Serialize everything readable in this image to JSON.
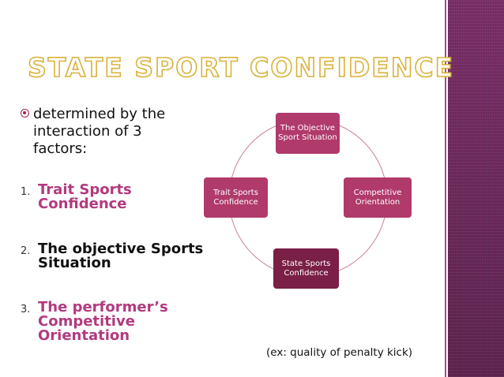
{
  "slide": {
    "title": "STATE SPORT CONFIDENCE",
    "bullet": "determined by the interaction of 3 factors:",
    "items": [
      {
        "number": "1.",
        "text": "Trait Sports Confidence"
      },
      {
        "number": "2.",
        "text": "The objective Sports Situation"
      },
      {
        "number": "3.",
        "text": "The performer’s Competitive Orientation"
      }
    ],
    "note": "(ex: quality of penalty kick)"
  },
  "cycle": {
    "nodes": [
      {
        "label": "The Objective Sport Situation"
      },
      {
        "label": "Competitive Orientation"
      },
      {
        "label": "State Sports Confidence"
      },
      {
        "label": "Trait Sports Confidence"
      }
    ]
  },
  "colors": {
    "accent": "#b03a6a",
    "accent_dark": "#7a1f45",
    "title_outline": "#d9b23a",
    "side_band": "#6b2a5c",
    "item_highlight": "#b23a7e"
  }
}
